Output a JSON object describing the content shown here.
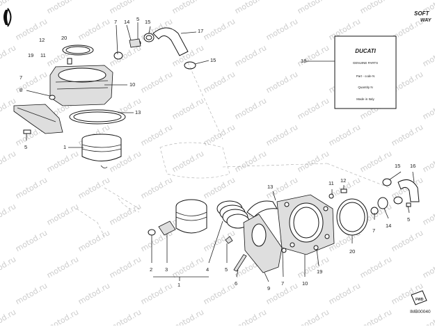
{
  "diagram": {
    "watermark_text": "motod.ru",
    "brand_mark": {
      "line1": "SOFT",
      "line2": "WAY"
    },
    "drawing_code": "IMB00040",
    "fwd_tag": "FWD",
    "parts_card": {
      "brand": "DUCATI",
      "title": "GENUINE PARTS",
      "part_code_label": "Part - code N",
      "quantity_label": "Quantity N",
      "origin_label": "Made in Italy"
    },
    "callouts": [
      {
        "id": "c-7-top",
        "label": "7"
      },
      {
        "id": "c-14-top",
        "label": "14"
      },
      {
        "id": "c-15-top-a",
        "label": "15"
      },
      {
        "id": "c-5-top",
        "label": "5"
      },
      {
        "id": "c-17",
        "label": "17"
      },
      {
        "id": "c-15-top-b",
        "label": "15"
      },
      {
        "id": "c-18",
        "label": "18"
      },
      {
        "id": "c-12",
        "label": "12"
      },
      {
        "id": "c-20-top",
        "label": "20"
      },
      {
        "id": "c-19-top",
        "label": "19"
      },
      {
        "id": "c-11-top",
        "label": "11"
      },
      {
        "id": "c-7-left",
        "label": "7"
      },
      {
        "id": "c-8",
        "label": "8"
      },
      {
        "id": "c-10-top",
        "label": "10"
      },
      {
        "id": "c-13-top",
        "label": "13"
      },
      {
        "id": "c-5-left",
        "label": "5"
      },
      {
        "id": "c-1-top",
        "label": "1"
      },
      {
        "id": "c-15-right",
        "label": "15"
      },
      {
        "id": "c-16",
        "label": "16"
      },
      {
        "id": "c-13-bottom",
        "label": "13"
      },
      {
        "id": "c-11-bottom",
        "label": "11"
      },
      {
        "id": "c-12-bottom",
        "label": "12"
      },
      {
        "id": "c-7-right",
        "label": "7"
      },
      {
        "id": "c-14-right",
        "label": "14"
      },
      {
        "id": "c-5-right",
        "label": "5"
      },
      {
        "id": "c-20-bottom",
        "label": "20"
      },
      {
        "id": "c-2",
        "label": "2"
      },
      {
        "id": "c-3",
        "label": "3"
      },
      {
        "id": "c-4",
        "label": "4"
      },
      {
        "id": "c-5-bottom",
        "label": "5"
      },
      {
        "id": "c-6",
        "label": "6"
      },
      {
        "id": "c-9",
        "label": "9"
      },
      {
        "id": "c-7-bottom",
        "label": "7"
      },
      {
        "id": "c-10-bottom",
        "label": "10"
      },
      {
        "id": "c-19-bottom",
        "label": "19"
      },
      {
        "id": "c-1-bottom",
        "label": "1"
      }
    ]
  }
}
